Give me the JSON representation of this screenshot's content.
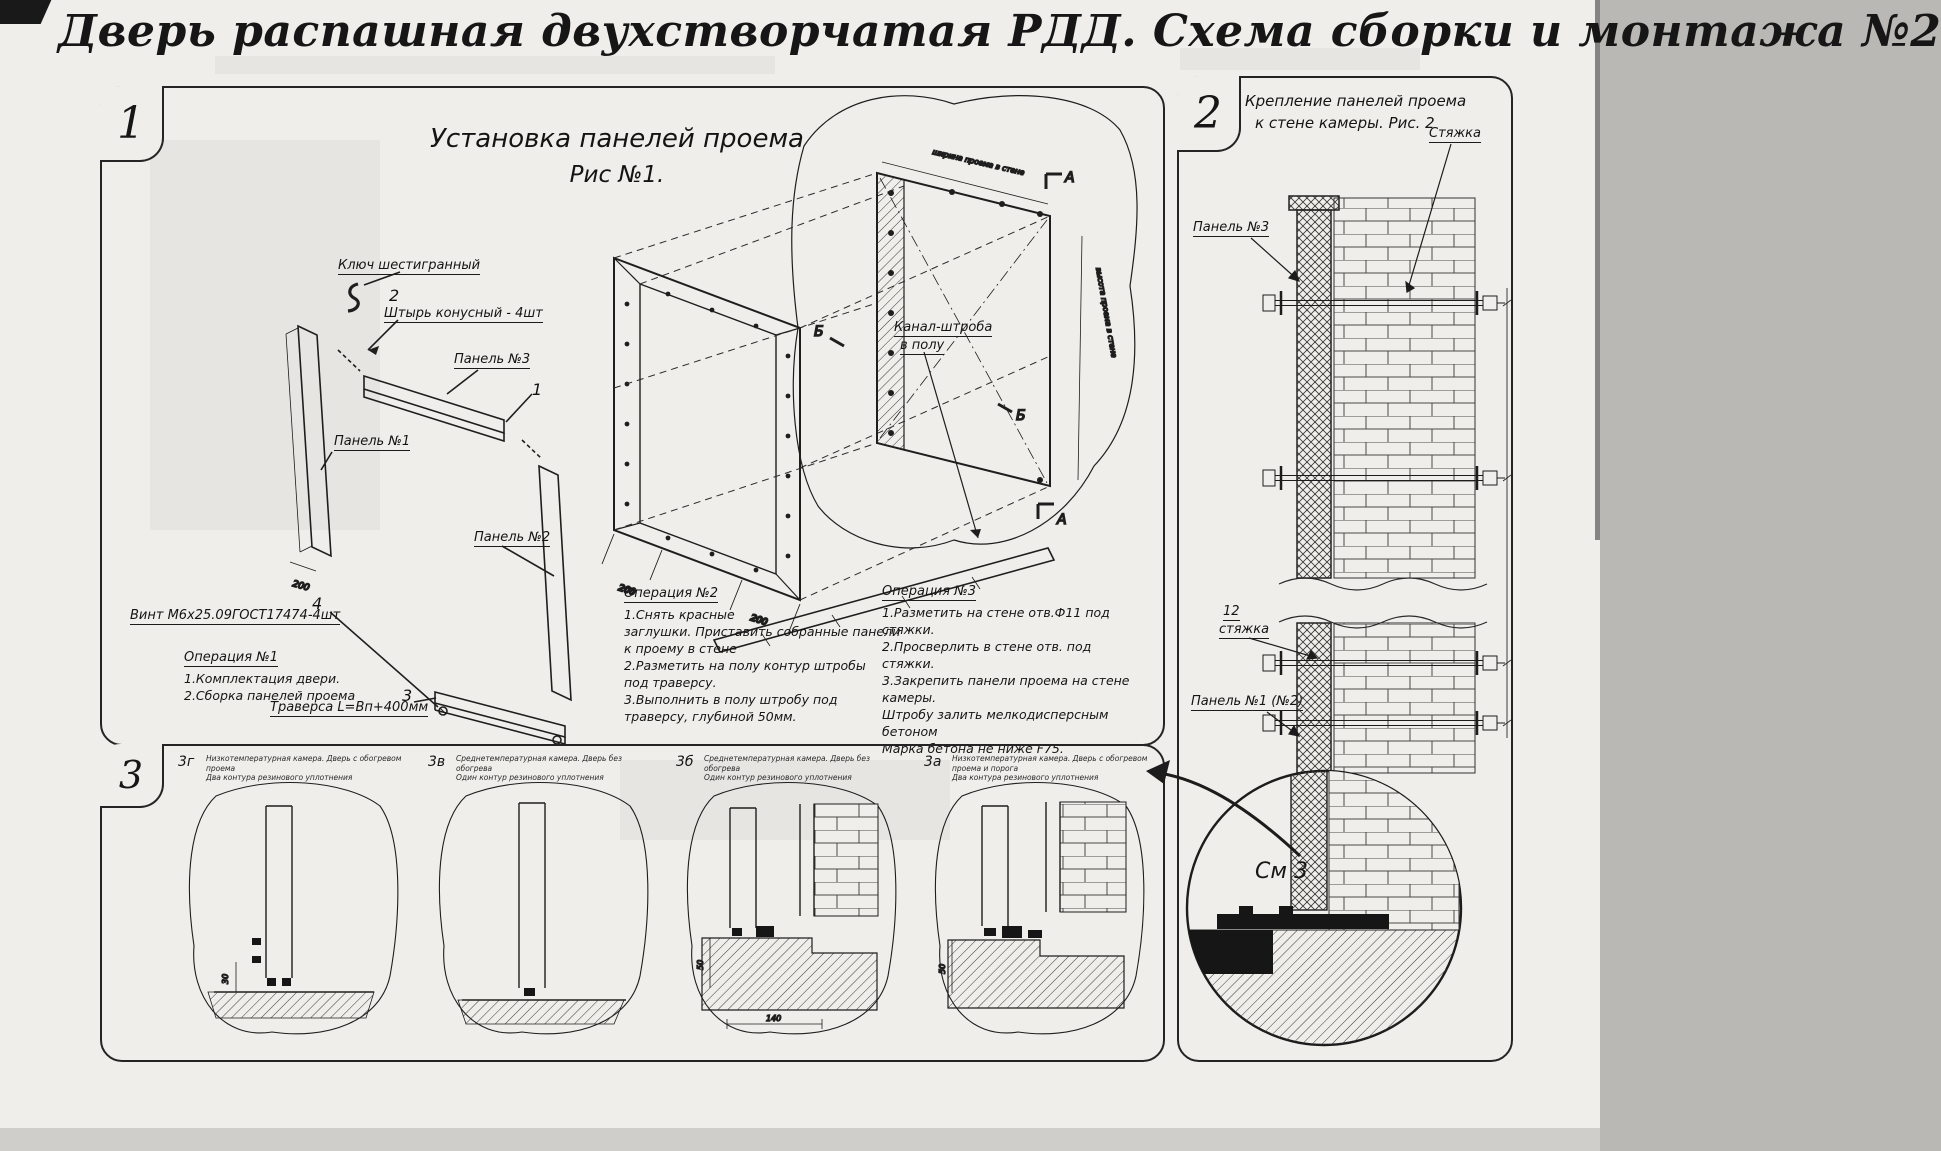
{
  "title": "Дверь распашная двухстворчатая РДД.  Схема сборки и монтажа №2",
  "figure1": {
    "number": "1",
    "title_line1": "Установка панелей проема",
    "title_line2": "Рис №1.",
    "labels": {
      "hex_key": "Ключ шестигранный",
      "pin": "Штырь конусный - 4шт",
      "panel3": "Панель №3",
      "panel1": "Панель №1",
      "panel2": "Панель №2",
      "screw": "Винт М6х25.09ГОСТ17474-4шт",
      "traverse": "Траверса  L=Bп+400мм",
      "channel_line1": "Канал-штроба",
      "channel_line2": "в полу",
      "dim_width": "ширина проема в стене",
      "dim_height": "высота проема в стене"
    },
    "callouts": {
      "c1": "1",
      "c2": "2",
      "c3": "3",
      "c4": "4"
    },
    "sections": {
      "a": "А",
      "b": "Б"
    },
    "dims": {
      "d200": "200"
    },
    "op1": {
      "title": "Операция №1",
      "line1": "1.Комплектация двери.",
      "line2": "2.Сборка панелей проема"
    },
    "op2": {
      "title": "Операция №2",
      "line1": "1.Снять красные",
      "line2": "заглушки. Приставить собранные панели",
      "line3": "к проему в стене",
      "line4": "2.Разметить на полу контур штробы",
      "line5": "под траверсу.",
      "line6": "3.Выполнить в полу штробу под",
      "line7": "траверсу, глубиной 50мм."
    },
    "op3": {
      "title": "Операция №3",
      "line1": "1.Разметить на стене отв.Ф11 под",
      "line2": "стяжки.",
      "line3": "2.Просверлить в стене отв.  под",
      "line4": "стяжки.",
      "line5": "3.Закрепить панели проема на стене камеры.",
      "line6": "Штробу залить мелкодисперсным бетоном",
      "line7": "Марка бетона не ниже   F75."
    }
  },
  "figure2": {
    "number": "2",
    "title_line1": "Крепление панелей проема",
    "title_line2": "к стене камеры. Рис. 2",
    "labels": {
      "tie": "Стяжка",
      "panel3": "Панель №3",
      "pos12": "12",
      "tie2": "стяжка",
      "panel12": "Панель №1 (№2)",
      "see3": "См 3"
    }
  },
  "figure3": {
    "number": "3",
    "sections": [
      {
        "id": "3г",
        "cap1": "Низкотемпературная камера. Дверь с обогревом проема",
        "cap2": "Два контура резинового уплотнения"
      },
      {
        "id": "3в",
        "cap1": "Среднетемпературная камера. Дверь без обогрева",
        "cap2": "Один контур резинового уплотнения"
      },
      {
        "id": "3б",
        "cap1": "Среднетемпературная камера. Дверь без обогрева",
        "cap2": "Один контур резинового уплотнения"
      },
      {
        "id": "3а",
        "cap1": "Низкотемпературная камера. Дверь с обогревом проема и порога",
        "cap2": "Два контура резинового уплотнения"
      }
    ],
    "dims": {
      "d30": "30",
      "d50": "50",
      "d140": "140"
    }
  }
}
